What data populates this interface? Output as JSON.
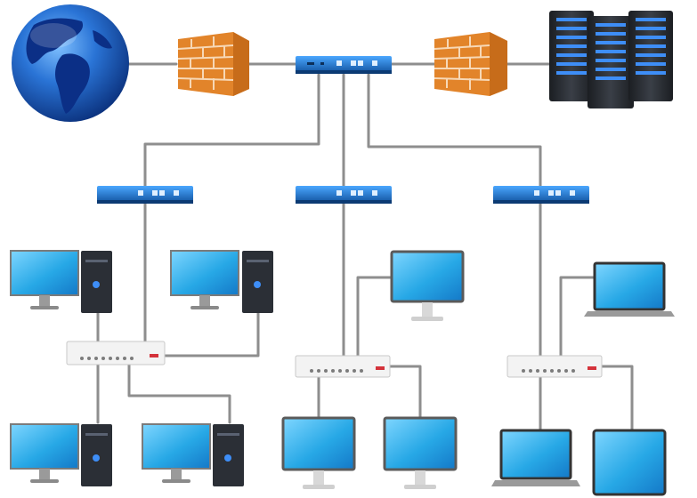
{
  "diagram": {
    "type": "network-topology",
    "text_labels": [],
    "nodes": [
      {
        "id": "internet",
        "icon": "globe-icon"
      },
      {
        "id": "firewall-left",
        "icon": "brick-firewall-icon"
      },
      {
        "id": "core-router",
        "icon": "router-icon"
      },
      {
        "id": "firewall-right",
        "icon": "brick-firewall-icon"
      },
      {
        "id": "server-rack",
        "icon": "server-rack-icon"
      },
      {
        "id": "router-left",
        "icon": "router-icon"
      },
      {
        "id": "router-center",
        "icon": "router-icon"
      },
      {
        "id": "router-right",
        "icon": "router-icon"
      },
      {
        "id": "switch-left",
        "icon": "network-switch-icon"
      },
      {
        "id": "switch-center",
        "icon": "network-switch-icon"
      },
      {
        "id": "switch-right",
        "icon": "network-switch-icon"
      },
      {
        "id": "desktop-top-left-1",
        "icon": "desktop-pc-icon"
      },
      {
        "id": "desktop-top-left-2",
        "icon": "desktop-pc-icon"
      },
      {
        "id": "desktop-bottom-left-1",
        "icon": "desktop-pc-icon"
      },
      {
        "id": "desktop-bottom-left-2",
        "icon": "desktop-pc-icon"
      },
      {
        "id": "monitor-center-top",
        "icon": "monitor-icon"
      },
      {
        "id": "monitor-center-bottom-1",
        "icon": "monitor-icon"
      },
      {
        "id": "monitor-center-bottom-2",
        "icon": "monitor-icon"
      },
      {
        "id": "laptop-right-top",
        "icon": "laptop-icon"
      },
      {
        "id": "laptop-right-bottom",
        "icon": "laptop-icon"
      },
      {
        "id": "tablet-right-bottom",
        "icon": "tablet-icon"
      }
    ],
    "links": [
      [
        "internet",
        "firewall-left"
      ],
      [
        "firewall-left",
        "core-router"
      ],
      [
        "core-router",
        "firewall-right"
      ],
      [
        "firewall-right",
        "server-rack"
      ],
      [
        "core-router",
        "router-left"
      ],
      [
        "core-router",
        "router-center"
      ],
      [
        "core-router",
        "router-right"
      ],
      [
        "router-left",
        "switch-left"
      ],
      [
        "router-center",
        "switch-center"
      ],
      [
        "router-right",
        "switch-right"
      ],
      [
        "switch-left",
        "desktop-top-left-1"
      ],
      [
        "switch-left",
        "desktop-top-left-2"
      ],
      [
        "switch-left",
        "desktop-bottom-left-1"
      ],
      [
        "switch-left",
        "desktop-bottom-left-2"
      ],
      [
        "switch-center",
        "monitor-center-top"
      ],
      [
        "switch-center",
        "monitor-center-bottom-1"
      ],
      [
        "switch-center",
        "monitor-center-bottom-2"
      ],
      [
        "switch-right",
        "laptop-right-top"
      ],
      [
        "switch-right",
        "laptop-right-bottom"
      ],
      [
        "switch-right",
        "tablet-right-bottom"
      ]
    ],
    "colors": {
      "globe_ocean": "#1f63c9",
      "globe_land": "#0b2f86",
      "brick": "#e2842a",
      "router": "#1668b8",
      "cable": "#8e8e8e",
      "screen": "#27a8e6",
      "server_body": "#2b2f36",
      "server_light": "#3e8ef7",
      "switch_body": "#eeeeee"
    }
  }
}
